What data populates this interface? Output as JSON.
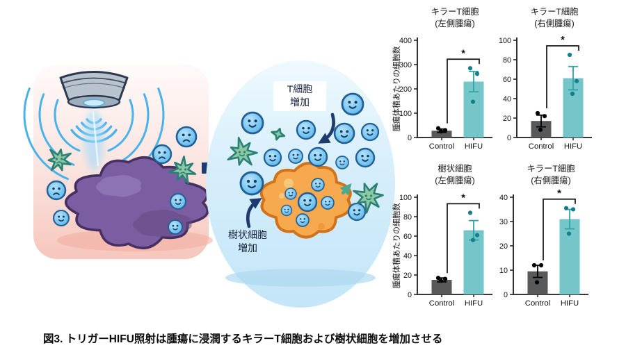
{
  "caption": "図3. トリガーHIFU照射は腫瘍に浸潤するキラーT細胞および樹状細胞を増加させる",
  "illustration": {
    "t_cell_increase": "T細胞\n増加",
    "dendritic_increase": "樹状細胞\n増加",
    "icons": [
      "hifu-transducer-icon",
      "ultrasound-waves-icon",
      "tumor-before-icon",
      "tumor-after-icon",
      "t-cell-icon",
      "dendritic-cell-icon",
      "flow-arrow-icon",
      "increase-arrow-icon"
    ]
  },
  "colors": {
    "control_bar": "#58595b",
    "hifu_bar": "#74c6c8",
    "hifu_dot": "#157e8c",
    "hifu_err": "#2fa3a8",
    "axis": "#1a1a1a",
    "cell_stroke": "#225e96",
    "face": "#143a61",
    "dendritic_fill": "#8cc9a3",
    "dendritic_stroke": "#2a8076",
    "tumor_purple": "#7b5ea2",
    "tumor_purple_stroke": "#463061",
    "tumor_orange": "#f6a94d",
    "tumor_orange_stroke": "#d2721b",
    "device_gray": "#b9c3cd",
    "device_stroke": "#2c3950",
    "wave_blue": "#4ab2ea",
    "arrow_navy": "#1e3a6e"
  },
  "chart_data": [
    {
      "type": "bar",
      "title_lines": [
        "キラーT細胞",
        "(左側腫瘍)"
      ],
      "ylabel": "腫瘍体積あたりの細胞数",
      "ylim": [
        0,
        400
      ],
      "yticks": [
        0,
        100,
        200,
        300,
        400
      ],
      "categories": [
        "Control",
        "HIFU"
      ],
      "groups": [
        {
          "name": "Control",
          "mean": 28,
          "err": 7,
          "points": [
            38,
            30,
            25
          ]
        },
        {
          "name": "HIFU",
          "mean": 230,
          "err": 42,
          "points": [
            285,
            262,
            147
          ]
        }
      ],
      "significance": "*"
    },
    {
      "type": "bar",
      "title_lines": [
        "キラーT細胞",
        "(右側腫瘍)"
      ],
      "ylabel": "",
      "ylim": [
        0,
        100
      ],
      "yticks": [
        0,
        20,
        40,
        60,
        80,
        100
      ],
      "categories": [
        "Control",
        "HIFU"
      ],
      "groups": [
        {
          "name": "Control",
          "mean": 17,
          "err": 6,
          "points": [
            25,
            22,
            8
          ]
        },
        {
          "name": "HIFU",
          "mean": 61,
          "err": 12,
          "points": [
            85,
            58,
            45
          ]
        }
      ],
      "significance": "*"
    },
    {
      "type": "bar",
      "title_lines": [
        "樹状細胞",
        "(左側腫瘍)"
      ],
      "ylabel": "腫瘍体積あたりの細胞数",
      "ylim": [
        0,
        100
      ],
      "yticks": [
        0,
        20,
        40,
        60,
        80,
        100
      ],
      "categories": [
        "Control",
        "HIFU"
      ],
      "groups": [
        {
          "name": "Control",
          "mean": 15,
          "err": 2,
          "points": [
            17,
            16,
            14
          ]
        },
        {
          "name": "HIFU",
          "mean": 66,
          "err": 10,
          "points": [
            84,
            61,
            56
          ]
        }
      ],
      "significance": "*"
    },
    {
      "type": "bar",
      "title_lines": [
        "キラーT細胞",
        "(右側腫瘍)"
      ],
      "ylabel": "",
      "ylim": [
        0,
        40
      ],
      "yticks": [
        0,
        10,
        20,
        30,
        40
      ],
      "categories": [
        "Control",
        "HIFU"
      ],
      "groups": [
        {
          "name": "Control",
          "mean": 9.5,
          "err": 2.5,
          "points": [
            12,
            12,
            5
          ]
        },
        {
          "name": "HIFU",
          "mean": 31,
          "err": 4,
          "points": [
            35.5,
            35,
            25
          ]
        }
      ],
      "significance": "*"
    }
  ]
}
